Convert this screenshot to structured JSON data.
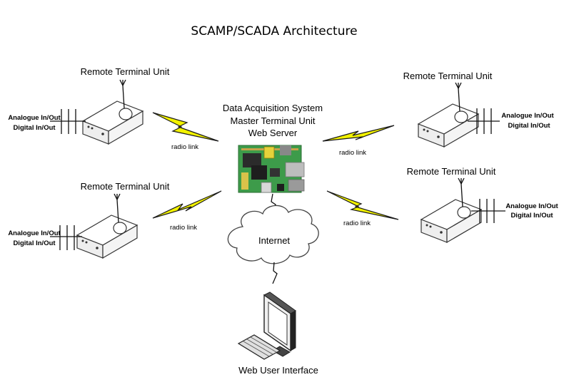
{
  "title": "SCAMP/SCADA Architecture",
  "center": {
    "line1": "Data Acquisition System",
    "line2": "Master Terminal Unit",
    "line3": "Web Server"
  },
  "rtu": {
    "top_left": {
      "label": "Remote Terminal Unit",
      "io1": "Analogue In/Out",
      "io2": "Digital In/Out"
    },
    "top_right": {
      "label": "Remote Terminal Unit",
      "io1": "Analogue In/Out",
      "io2": "Digital In/Out"
    },
    "bottom_left": {
      "label": "Remote Terminal Unit",
      "io1": "Analogue In/Out",
      "io2": "Digital In/Out"
    },
    "bottom_right": {
      "label": "Remote Terminal Unit",
      "io1": "Analogue In/Out",
      "io2": "Digital In/Out"
    }
  },
  "radio": {
    "top_left": "radio link",
    "top_right": "radio link",
    "bottom_left": "radio link",
    "bottom_right": "radio link"
  },
  "cloud": {
    "label": "Internet"
  },
  "client": {
    "label": "Web User Interface"
  },
  "colors": {
    "bolt": "#f2f200",
    "board": "#3d9b4a"
  }
}
